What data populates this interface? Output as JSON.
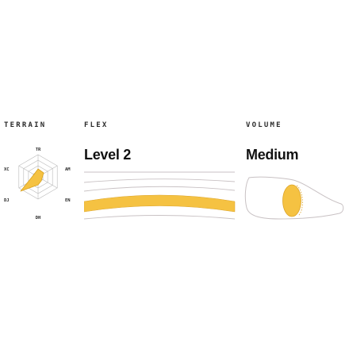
{
  "terrain": {
    "label": "TERRAIN",
    "axes": [
      "TR",
      "AM",
      "EN",
      "DH",
      "DJ",
      "XC"
    ],
    "fill_color": "#f5c242"
  },
  "flex": {
    "label": "FLEX",
    "value": "Level 2",
    "accent_color": "#f5c242"
  },
  "volume": {
    "label": "VOLUME",
    "value": "Medium",
    "accent_color": "#f5c242"
  }
}
